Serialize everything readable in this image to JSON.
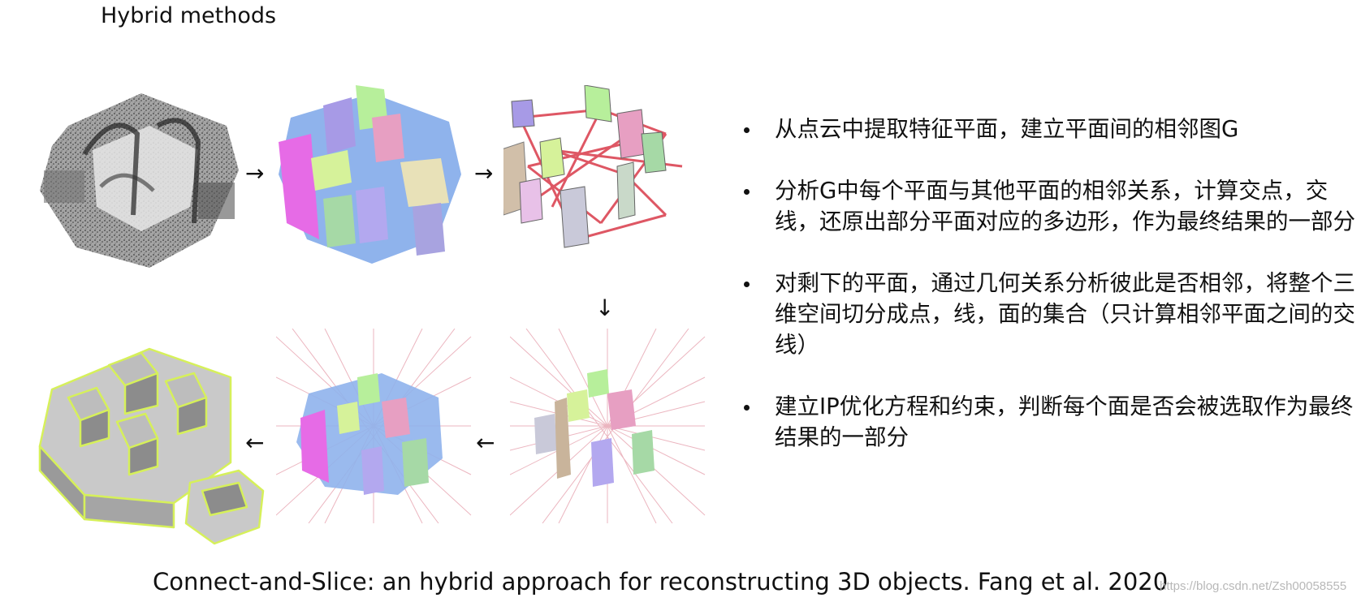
{
  "title": "Hybrid methods",
  "bullets": [
    {
      "text": "从点云中提取特征平面，建立平面间的相邻图G"
    },
    {
      "text": "分析G中每个平面与其他平面的相邻关系，计算交点，交线，还原出部分平面对应的多边形，作为最终结果的一部分"
    },
    {
      "text": "对剩下的平面，通过几何关系分析彼此是否相邻，将整个三维空间切分成点，线，面的集合（只计算相邻平面之间的交线）"
    },
    {
      "text": "建立IP优化方程和约束，判断每个面是否会被选取作为最终结果的一部分"
    }
  ],
  "arrows": {
    "right": "→",
    "down": "↓",
    "left": "←"
  },
  "caption": "Connect-and-Slice: an hybrid approach for reconstructing 3D objects. Fang et al. 2020",
  "watermark": "https://blog.csdn.net/Zsh00058555",
  "colors": {
    "plane_blue": "#8fb3ec",
    "plane_magenta": "#e66be6",
    "plane_green": "#b7ef9b",
    "plane_purple": "#a79ae6",
    "edge_red": "#d93a4a",
    "mesh_gray": "#c9c9c9",
    "mesh_edge": "#d6f05a"
  }
}
